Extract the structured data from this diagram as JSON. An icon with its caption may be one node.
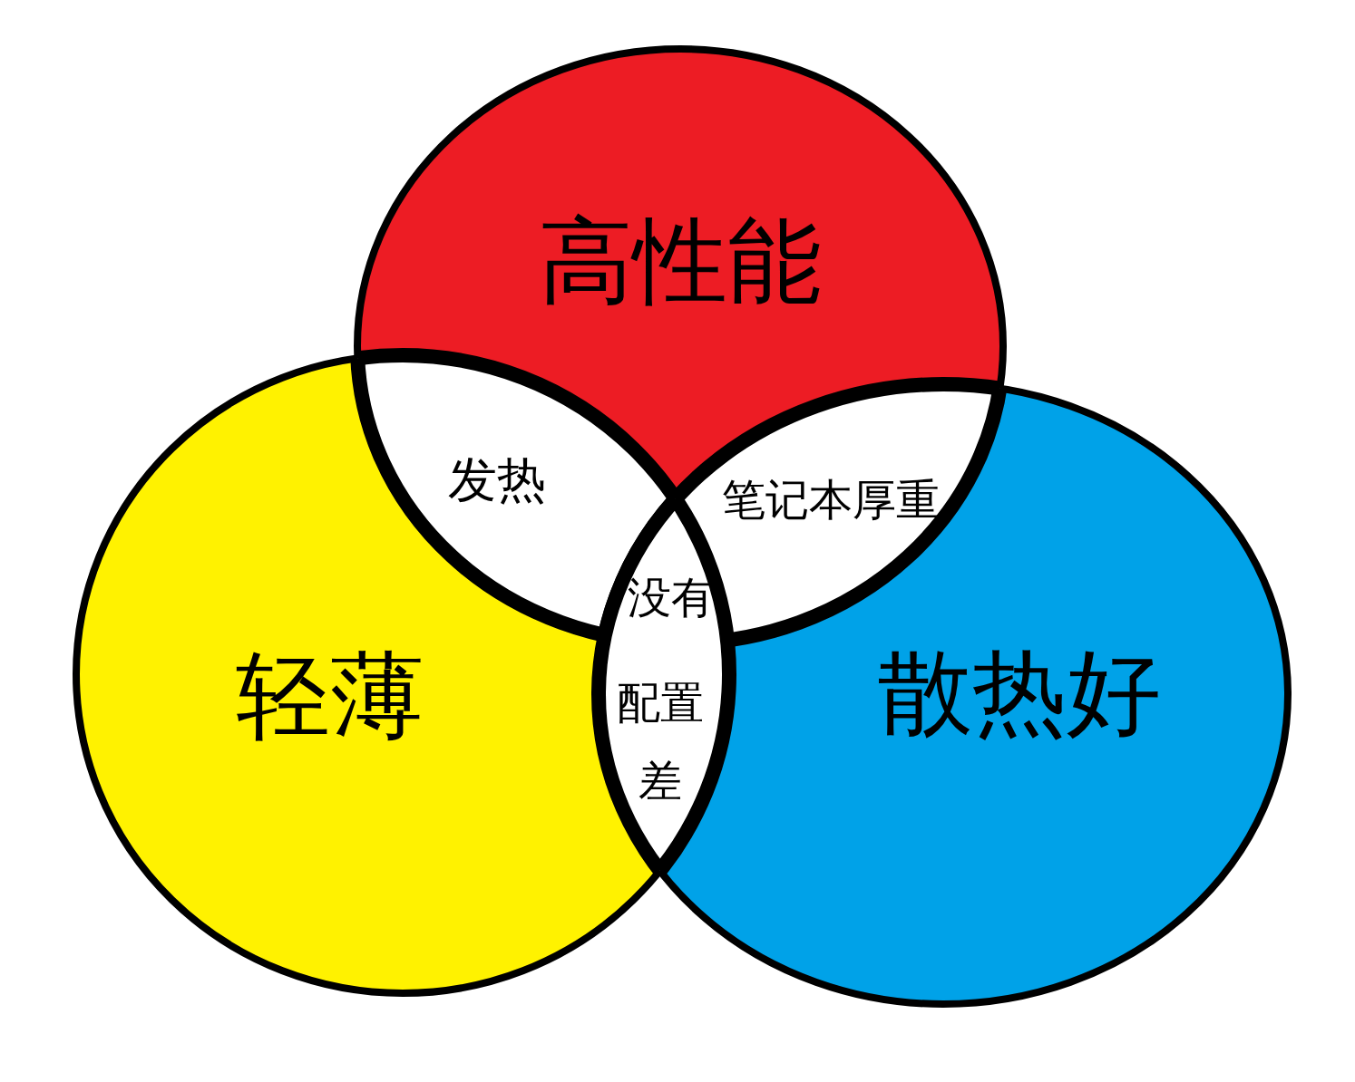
{
  "diagram": {
    "nodes": [
      {
        "text": [
          "高性能"
        ]
      },
      {
        "text": [
          "轻薄"
        ]
      },
      {
        "text": [
          "散热好"
        ]
      }
    ],
    "labels": [
      "发热",
      "笔记本厚重",
      "没有",
      "配置差"
    ]
  }
}
